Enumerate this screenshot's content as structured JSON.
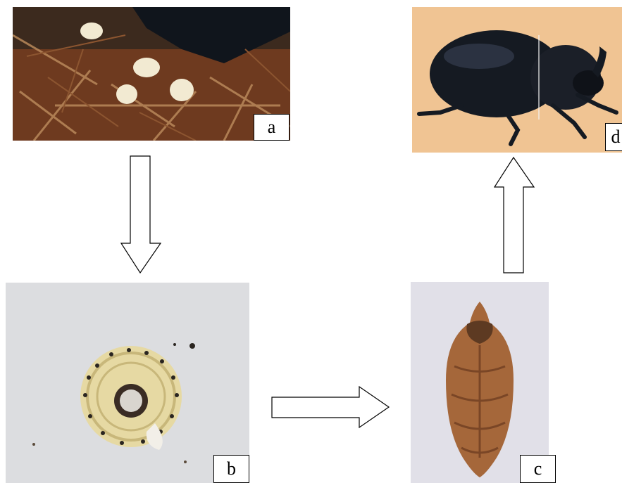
{
  "diagram": {
    "stages": [
      {
        "id": "a",
        "label": "a",
        "picture": "egg-stage-photo"
      },
      {
        "id": "b",
        "label": "b",
        "picture": "larva-stage-photo"
      },
      {
        "id": "c",
        "label": "c",
        "picture": "pupa-stage-photo"
      },
      {
        "id": "d",
        "label": "d",
        "picture": "adult-beetle-photo"
      }
    ],
    "arrows": [
      {
        "from": "a",
        "to": "b",
        "direction": "down"
      },
      {
        "from": "b",
        "to": "c",
        "direction": "right"
      },
      {
        "from": "c",
        "to": "d",
        "direction": "up"
      }
    ],
    "colors": {
      "background": "#ffffff",
      "arrow_fill": "#ffffff",
      "arrow_stroke": "#000000",
      "egg": "#f2ead2",
      "litter": "#6e3a1f",
      "beetle": "#151a22",
      "larva": "#e6d9a3",
      "pupa": "#a5673a"
    }
  }
}
